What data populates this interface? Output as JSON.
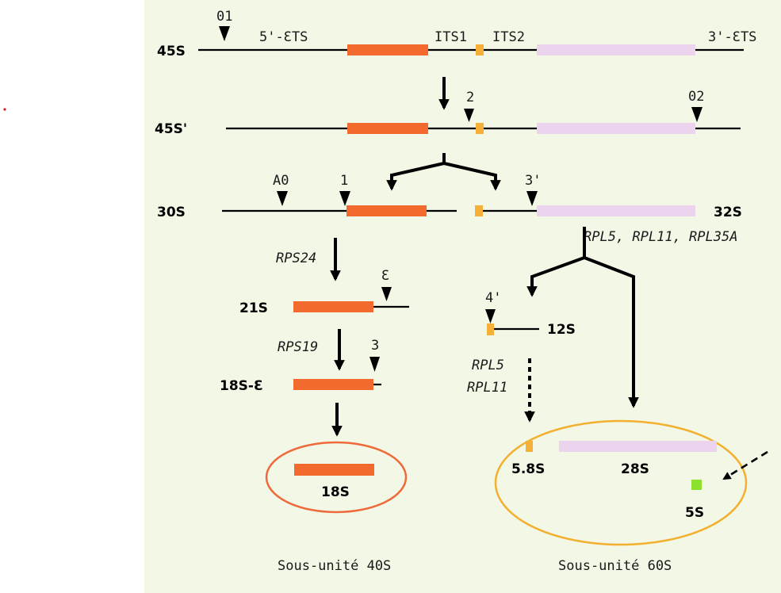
{
  "colors": {
    "panel_background": "#f2f7e6",
    "rRNA_18S": "#f26a2e",
    "rRNA_5_8S": "#f5b03a",
    "rRNA_28S": "#ecd3ee",
    "rRNA_5S": "#8ee02e",
    "subunit_40S_outline": "#ef6a3a",
    "subunit_60S_outline": "#f2b02e",
    "stray_dot": "#d81e1e"
  },
  "precursors": {
    "p45S": "45S",
    "p45S_prime": "45S'",
    "p30S": "30S",
    "p32S": "32S",
    "p21S": "21S",
    "p18S_E": "18S-Ɛ",
    "p12S": "12S"
  },
  "regions": {
    "ets5": "5'-ƐTS",
    "its1": "ITS1",
    "its2": "ITS2",
    "ets3": "3'-ƐTS"
  },
  "cleavage_sites": {
    "s01": "01",
    "s2": "2",
    "s02": "02",
    "sA0": "A0",
    "s1": "1",
    "s3prime": "3'",
    "sE": "Ɛ",
    "s3": "3",
    "s4prime": "4'"
  },
  "proteins": {
    "rps24": "RPS24",
    "rps19": "RPS19",
    "rpl_group": "RPL5, RPL11, RPL35A",
    "rpl5": "RPL5",
    "rpl11": "RPL11"
  },
  "mature": {
    "r18S": "18S",
    "r5_8S": "5.8S",
    "r28S": "28S",
    "r5S": "5S"
  },
  "subunits": {
    "s40": "Sous-unité 40S",
    "s60": "Sous-unité 60S"
  },
  "icons": {
    "cleavage_marker": "triangle-down-icon",
    "process_arrow": "arrow-down-icon",
    "import_arrow": "dashed-arrow-icon"
  }
}
